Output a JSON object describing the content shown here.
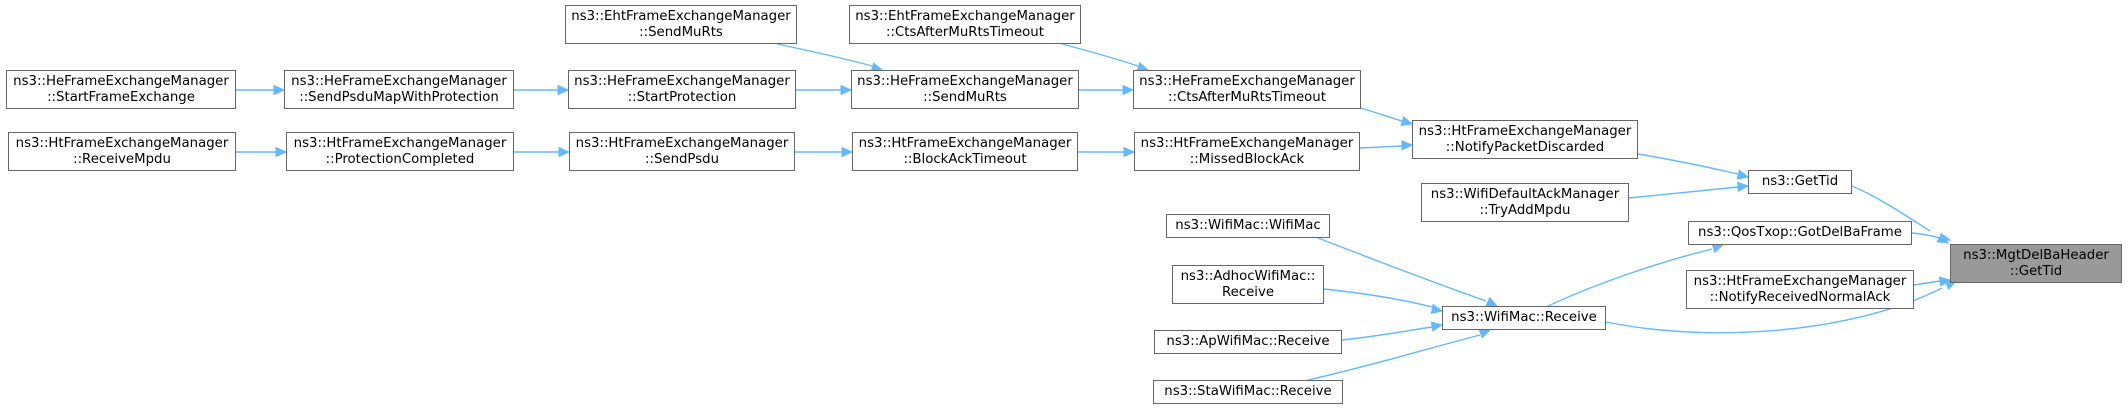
{
  "graph": {
    "colors": {
      "edge": "#63b8ff",
      "node_border": "#666666",
      "highlight_fill": "#999999"
    },
    "nodes": {
      "target": {
        "line1": "ns3::MgtDelBaHeader",
        "line2": "::GetTid"
      },
      "ht_fem_notify_received_normal_ack": {
        "line1": "ns3::HtFrameExchangeManager",
        "line2": "::NotifyReceivedNormalAck"
      },
      "qos_txop_got_del_ba_frame": {
        "line1": "ns3::QosTxop::GotDelBaFrame"
      },
      "get_tid": {
        "line1": "ns3::GetTid"
      },
      "wifi_mac_receive": {
        "line1": "ns3::WifiMac::Receive"
      },
      "ht_fem_notify_packet_discarded": {
        "line1": "ns3::HtFrameExchangeManager",
        "line2": "::NotifyPacketDiscarded"
      },
      "wifi_default_ack_manager_try_add_mpdu": {
        "line1": "ns3::WifiDefaultAckManager",
        "line2": "::TryAddMpdu"
      },
      "wifi_mac_wifi_mac": {
        "line1": "ns3::WifiMac::WifiMac"
      },
      "adhoc_wifi_mac_receive": {
        "line1": "ns3::AdhocWifiMac::",
        "line2": "Receive"
      },
      "ap_wifi_mac_receive": {
        "line1": "ns3::ApWifiMac::Receive"
      },
      "sta_wifi_mac_receive": {
        "line1": "ns3::StaWifiMac::Receive"
      },
      "he_fem_cts_after_mu_rts_timeout": {
        "line1": "ns3::HeFrameExchangeManager",
        "line2": "::CtsAfterMuRtsTimeout"
      },
      "ht_fem_missed_block_ack": {
        "line1": "ns3::HtFrameExchangeManager",
        "line2": "::MissedBlockAck"
      },
      "eht_fem_cts_after_mu_rts_timeout": {
        "line1": "ns3::EhtFrameExchangeManager",
        "line2": "::CtsAfterMuRtsTimeout"
      },
      "he_fem_send_mu_rts": {
        "line1": "ns3::HeFrameExchangeManager",
        "line2": "::SendMuRts"
      },
      "ht_fem_block_ack_timeout": {
        "line1": "ns3::HtFrameExchangeManager",
        "line2": "::BlockAckTimeout"
      },
      "eht_fem_send_mu_rts": {
        "line1": "ns3::EhtFrameExchangeManager",
        "line2": "::SendMuRts"
      },
      "he_fem_start_protection": {
        "line1": "ns3::HeFrameExchangeManager",
        "line2": "::StartProtection"
      },
      "ht_fem_send_psdu": {
        "line1": "ns3::HtFrameExchangeManager",
        "line2": "::SendPsdu"
      },
      "he_fem_send_psdu_map_with_protection": {
        "line1": "ns3::HeFrameExchangeManager",
        "line2": "::SendPsduMapWithProtection"
      },
      "ht_fem_protection_completed": {
        "line1": "ns3::HtFrameExchangeManager",
        "line2": "::ProtectionCompleted"
      },
      "he_fem_start_frame_exchange": {
        "line1": "ns3::HeFrameExchangeManager",
        "line2": "::StartFrameExchange"
      },
      "ht_fem_receive_mpdu": {
        "line1": "ns3::HtFrameExchangeManager",
        "line2": "::ReceiveMpdu"
      }
    }
  }
}
